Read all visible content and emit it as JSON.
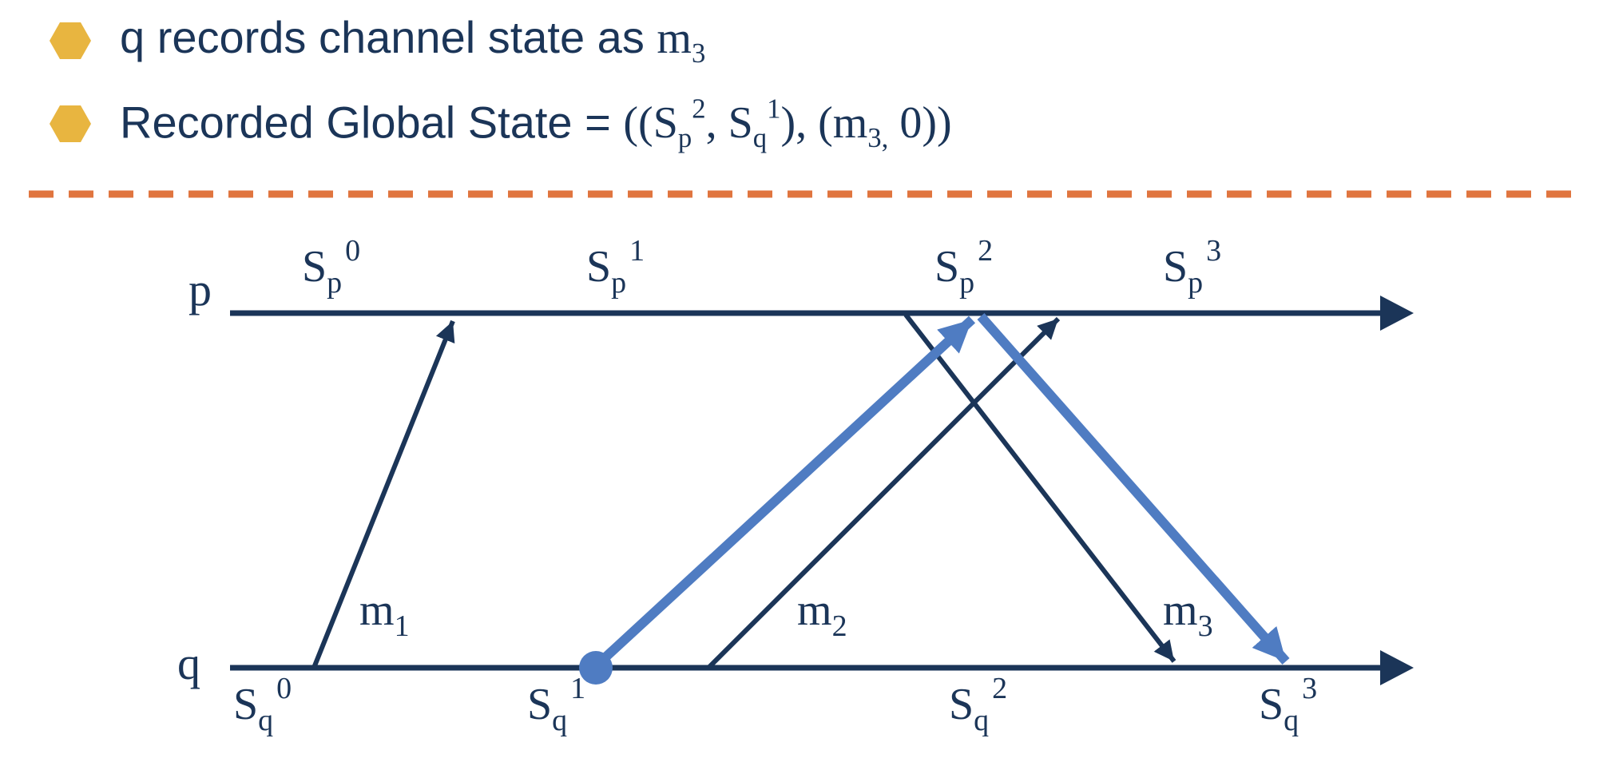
{
  "bullets": [
    {
      "lead": "q records channel state as ",
      "m": "m",
      "m_sub": "3"
    },
    {
      "lead": "Recorded Global State = ",
      "open": "((",
      "S1": "S",
      "S1_sub": "p",
      "S1_sup": "2",
      "comma1": ", ",
      "S2": "S",
      "S2_sub": "q",
      "S2_sup": "1",
      "mid": "), (",
      "m": "m",
      "m_sub": "3,",
      "zero": " 0",
      "close": "))"
    }
  ],
  "colors": {
    "navy": "#1b3558",
    "highlight": "#4f7cc2",
    "bullet": "#e8b540",
    "divider": "#e0753f"
  },
  "diagram": {
    "process_p": "p",
    "process_q": "q",
    "p_states": [
      {
        "base": "S",
        "sub": "p",
        "sup": "0"
      },
      {
        "base": "S",
        "sub": "p",
        "sup": "1"
      },
      {
        "base": "S",
        "sub": "p",
        "sup": "2"
      },
      {
        "base": "S",
        "sub": "p",
        "sup": "3"
      }
    ],
    "q_states": [
      {
        "base": "S",
        "sub": "q",
        "sup": "0"
      },
      {
        "base": "S",
        "sub": "q",
        "sup": "1"
      },
      {
        "base": "S",
        "sub": "q",
        "sup": "2"
      },
      {
        "base": "S",
        "sub": "q",
        "sup": "3"
      }
    ],
    "messages": [
      {
        "base": "m",
        "sub": "1"
      },
      {
        "base": "m",
        "sub": "2"
      },
      {
        "base": "m",
        "sub": "3"
      }
    ]
  }
}
